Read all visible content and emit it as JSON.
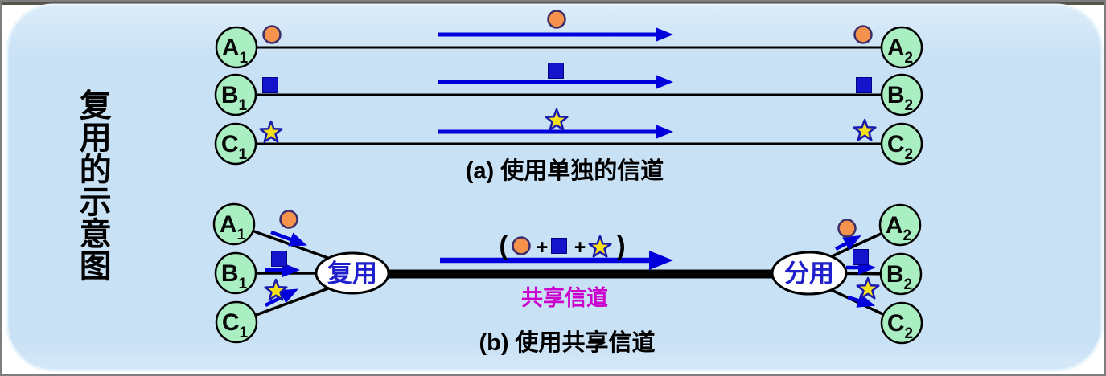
{
  "title": {
    "text": "复用的示意图"
  },
  "nodes": {
    "a1": {
      "base": "A",
      "sub": "1"
    },
    "b1": {
      "base": "B",
      "sub": "1"
    },
    "c1": {
      "base": "C",
      "sub": "1"
    },
    "a2": {
      "base": "A",
      "sub": "2"
    },
    "b2": {
      "base": "B",
      "sub": "2"
    },
    "c2": {
      "base": "C",
      "sub": "2"
    }
  },
  "section_a": {
    "caption": "(a) 使用单独的信道"
  },
  "section_b": {
    "caption": "(b) 使用共享信道",
    "mux_label": "复用",
    "demux_label": "分用",
    "shared_channel_label": "共享信道",
    "combined_label": {
      "open_paren": "(",
      "plus": "+",
      "close_paren": ")"
    }
  },
  "colors": {
    "panel_bg": "#c9e1f5",
    "panel_edge": "#e8f4fc",
    "frame_border": "#7e7e7e",
    "top_line": "#54544c",
    "node_fill": "#a9efc2",
    "node_stroke": "#000000",
    "arrow_blue": "#0000dd",
    "packet_circle_fill": "#f5924b",
    "packet_circle_stroke": "#3b2e6b",
    "packet_square_fill": "#1414cc",
    "packet_star_fill": "#f5e11a",
    "packet_star_stroke": "#1a1ab0",
    "oval_text": "#1f1fcc",
    "shared_channel_text": "#cc00cc",
    "caption_text": "#000000"
  }
}
